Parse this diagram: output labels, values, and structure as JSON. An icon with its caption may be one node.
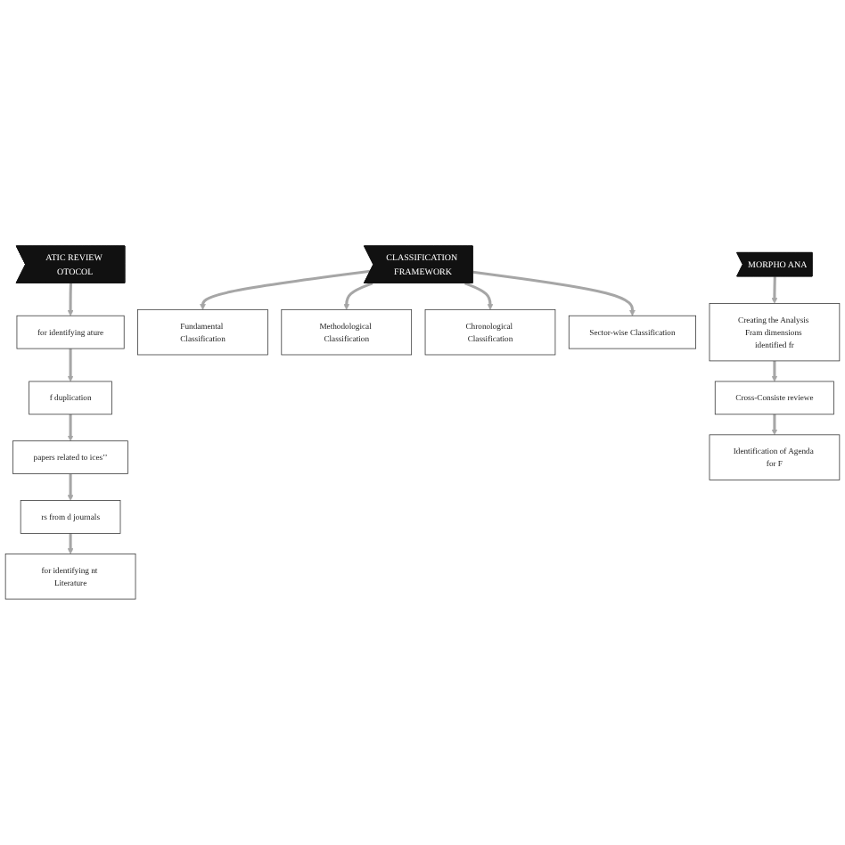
{
  "diagram": {
    "nodes": [
      {
        "text": [
          "ATIC REVIEW OTOCOL"
        ]
      },
      {
        "text": [
          "for identifying ature"
        ]
      },
      {
        "text": [
          "f duplication"
        ]
      },
      {
        "text": [
          "papers related to ices’’"
        ]
      },
      {
        "text": [
          "rs from d journals"
        ]
      },
      {
        "text": [
          "for identifying nt Literature"
        ]
      },
      {
        "text": [
          "CLASSIFICATION FRAMEWORK"
        ]
      },
      {
        "text": [
          "Fundamental Classification"
        ]
      },
      {
        "text": [
          "Methodological Classification"
        ]
      },
      {
        "text": [
          "Chronological Classification"
        ]
      },
      {
        "text": [
          "Sector-wise Classification"
        ]
      },
      {
        "text": [
          "MORPHO ANA"
        ]
      },
      {
        "text": [
          "Creating the Analysis Fram dimensions identified fr"
        ]
      },
      {
        "text": [
          "Cross-Consiste reviewe"
        ]
      },
      {
        "text": [
          "Identification of Agenda for F"
        ]
      }
    ],
    "edges": [
      {
        "from": 0,
        "to": 1,
        "arrow": "to"
      },
      {
        "from": 1,
        "to": 2,
        "arrow": "to"
      },
      {
        "from": 2,
        "to": 3,
        "arrow": "to"
      },
      {
        "from": 3,
        "to": 4,
        "arrow": "to"
      },
      {
        "from": 4,
        "to": 5,
        "arrow": "to"
      },
      {
        "from": 6,
        "to": 7,
        "arrow": "to"
      },
      {
        "from": 6,
        "to": 8,
        "arrow": "to"
      },
      {
        "from": 6,
        "to": 9,
        "arrow": "to"
      },
      {
        "from": 6,
        "to": 10,
        "arrow": "to"
      },
      {
        "from": 11,
        "to": 12,
        "arrow": "to"
      },
      {
        "from": 12,
        "to": 13,
        "arrow": "to"
      },
      {
        "from": 13,
        "to": 14,
        "arrow": "to"
      }
    ]
  }
}
